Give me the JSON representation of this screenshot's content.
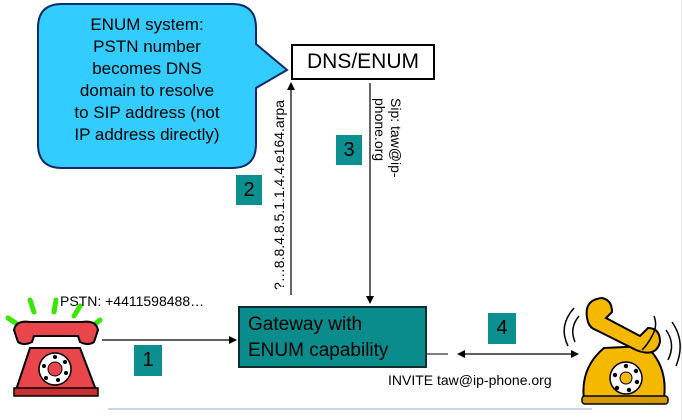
{
  "callout": {
    "line1": "ENUM system:",
    "line2": "PSTN number",
    "line3": "becomes DNS",
    "line4": "domain to resolve",
    "line5": "to SIP address (not",
    "line6": "IP address directly)"
  },
  "dns_label": "DNS/ENUM",
  "gateway": {
    "line1": "Gateway with",
    "line2": "ENUM capability"
  },
  "steps": {
    "s1": "1",
    "s2": "2",
    "s3": "3",
    "s4": "4"
  },
  "pstn_label": "PSTN: +4411598488…",
  "query_label": "?…8.8.4.8.5.1.1.4.4.e164.arpa",
  "answer": {
    "line1": "Sip: taw@ip-",
    "line2": "phone.org"
  },
  "invite_label": "INVITE taw@ip-phone.org",
  "colors": {
    "callout_fill": "#33ccff",
    "gateway_fill": "#0a8c8c",
    "step_fill": "#0b8f8f",
    "red_phone": "#e8464a",
    "yellow_phone": "#f5b800"
  },
  "icons": {
    "left_phone": "ringing-red-phone-icon",
    "right_phone": "ringing-yellow-phone-icon"
  }
}
